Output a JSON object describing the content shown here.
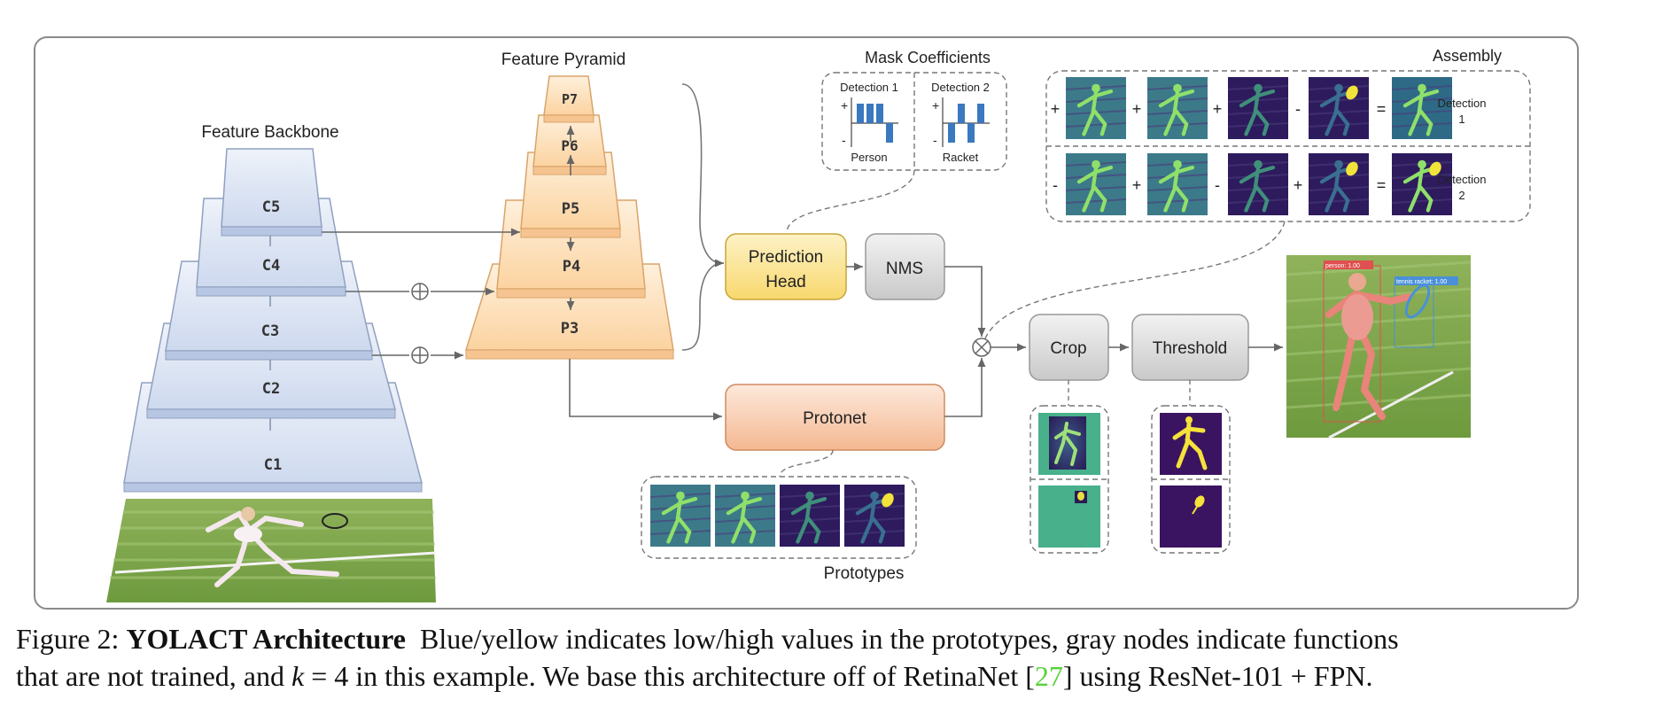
{
  "figure": {
    "backbone_title": "Feature Backbone",
    "backbone_levels": [
      "C1",
      "C2",
      "C3",
      "C4",
      "C5"
    ],
    "pyramid_title": "Feature Pyramid",
    "pyramid_levels": [
      "P3",
      "P4",
      "P5",
      "P6",
      "P7"
    ],
    "prediction_head": [
      "Prediction",
      "Head"
    ],
    "nms": "NMS",
    "protonet": "Protonet",
    "crop": "Crop",
    "threshold": "Threshold",
    "prototypes_label": "Prototypes",
    "mask_coefficients": {
      "title": "Mask Coefficients",
      "det1_title": "Detection 1",
      "det2_title": "Detection 2",
      "det1_class": "Person",
      "det2_class": "Racket",
      "plus": "+",
      "minus": "-",
      "det1_values": [
        1,
        1,
        1,
        -1
      ],
      "det2_values": [
        -1,
        1,
        -1,
        1
      ]
    },
    "assembly": {
      "title": "Assembly",
      "row1": {
        "signs": [
          "+",
          "+",
          "+",
          "-"
        ],
        "equals": "=",
        "label": [
          "Detection",
          "1"
        ]
      },
      "row2": {
        "signs": [
          "-",
          "+",
          "-",
          "+"
        ],
        "equals": "=",
        "label": [
          "Detection",
          "2"
        ]
      }
    },
    "output_labels": {
      "person": "person: 1.00",
      "racket": "tennis racket: 1.00"
    },
    "colors": {
      "backbone_fill": "#dde6f4",
      "pyramid_fill": "#fde0b8",
      "prediction_head_fill": "#fbe49a",
      "nms_fill": "#dedede",
      "protonet_fill": "#f8cfb2",
      "proto_dark": "#2d1b5e",
      "proto_yellow": "#f2e33a",
      "proto_teal": "#3fae8a",
      "coef_bar": "#3a78c0"
    }
  },
  "caption": {
    "prefix": "Figure 2: ",
    "title": "YOLACT Architecture",
    "line1_rest": "  Blue/yellow indicates low/high values in the prototypes, gray nodes indicate functions",
    "line2_a": "that are not trained, and ",
    "math": "k",
    "line2_eq": " = 4 in this example. We base this architecture off of RetinaNet [",
    "cite": "27",
    "line2_b": "] using ResNet-101 + FPN."
  }
}
